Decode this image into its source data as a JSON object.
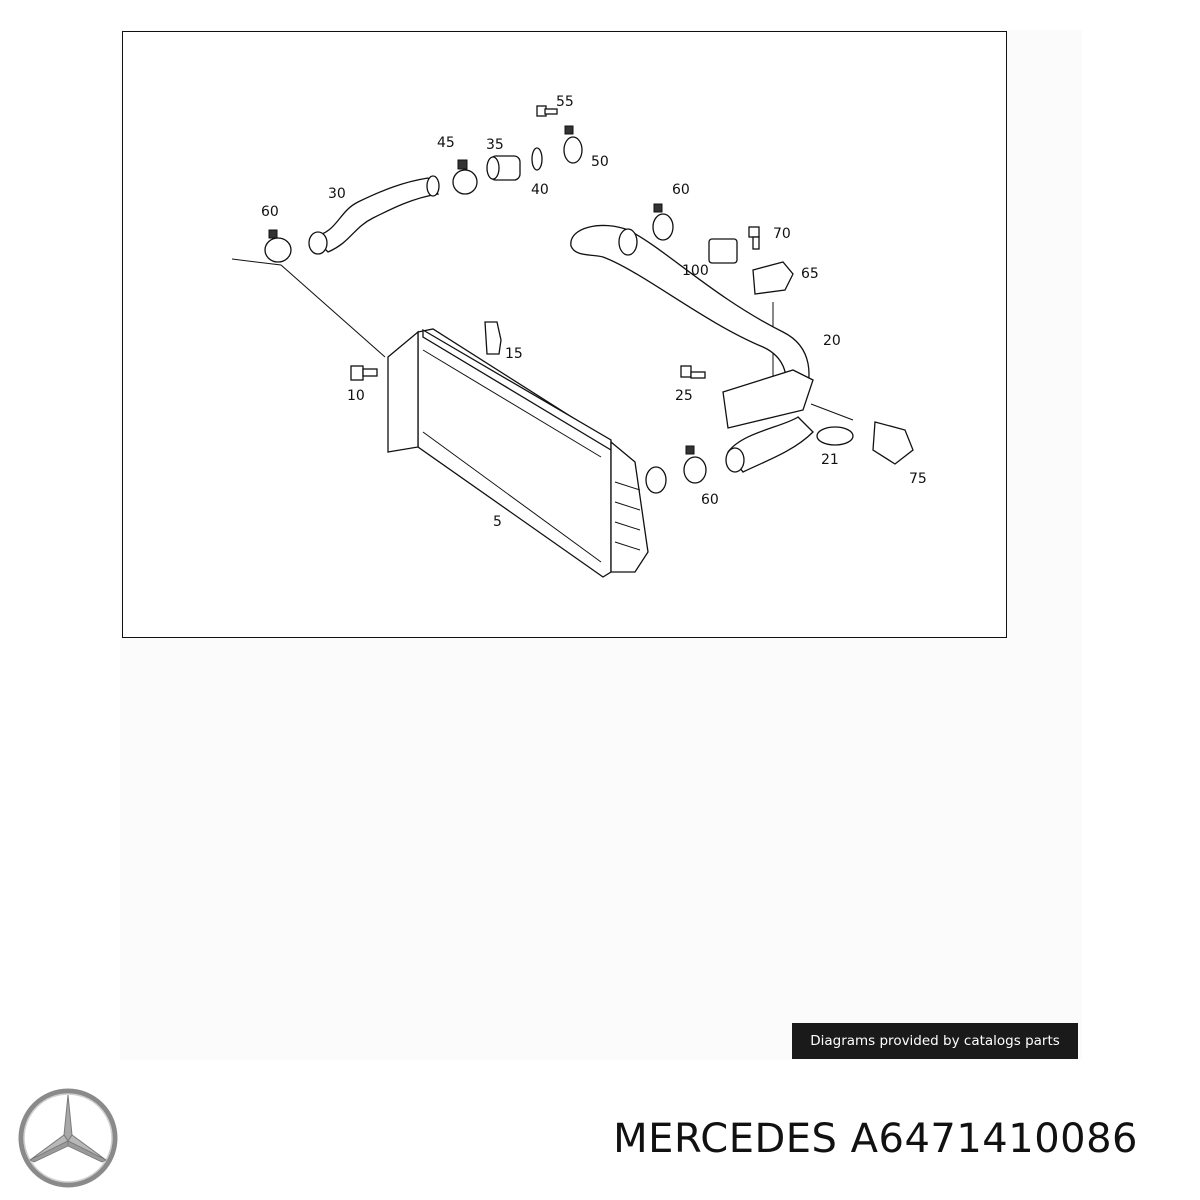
{
  "diagram": {
    "callouts": [
      "55",
      "45",
      "35",
      "50",
      "40",
      "30",
      "60",
      "60",
      "70",
      "100",
      "65",
      "20",
      "15",
      "10",
      "25",
      "21",
      "75",
      "60",
      "5"
    ]
  },
  "credit": {
    "text": "Diagrams provided by catalogs parts"
  },
  "brand": {
    "logo_icon": "mercedes-star-icon"
  },
  "title": {
    "text": "MERCEDES A6471410086"
  }
}
